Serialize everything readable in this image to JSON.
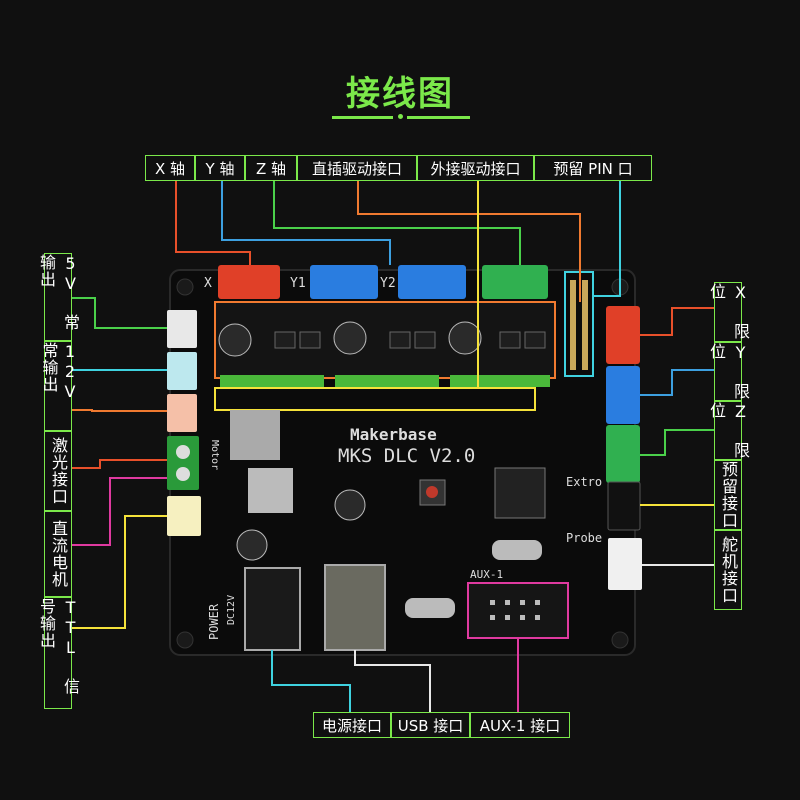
{
  "title": "接线图",
  "top_labels": [
    "X 轴",
    "Y 轴",
    "Z 轴",
    "直插驱动接口",
    "外接驱动接口",
    "预留 PIN 口"
  ],
  "left_labels": [
    "5V 常输出",
    "12V 常输出",
    "激光接口",
    "直流电机",
    "TTL 信号输出"
  ],
  "right_labels": [
    "X 限位",
    "Y 限位",
    "Z 限位",
    "预留接口",
    "舵机接口"
  ],
  "bottom_labels": [
    "电源接口",
    "USB 接口",
    "AUX-1 接口"
  ],
  "board": {
    "brand": "Makerbase",
    "model": "MKS DLC V2.0",
    "silk_extro": "Extro",
    "silk_probe": "Probe",
    "silk_aux": "AUX-1",
    "silk_power": "POWER",
    "silk_dc": "DC12V",
    "silk_motor": "Motor",
    "silk_x": "X",
    "silk_y1": "Y1",
    "silk_y2": "Y2"
  },
  "colors": {
    "label_border": "#7be84a",
    "red_wire": "#e8502a",
    "blue_wire": "#3da0e0",
    "green_wire": "#4ad04a",
    "orange_wire": "#f07a30",
    "yellow_wire": "#f5e23a",
    "cyan_wire": "#3fd2e0",
    "magenta_wire": "#e03aa0",
    "white_wire": "#e8e8e8"
  }
}
